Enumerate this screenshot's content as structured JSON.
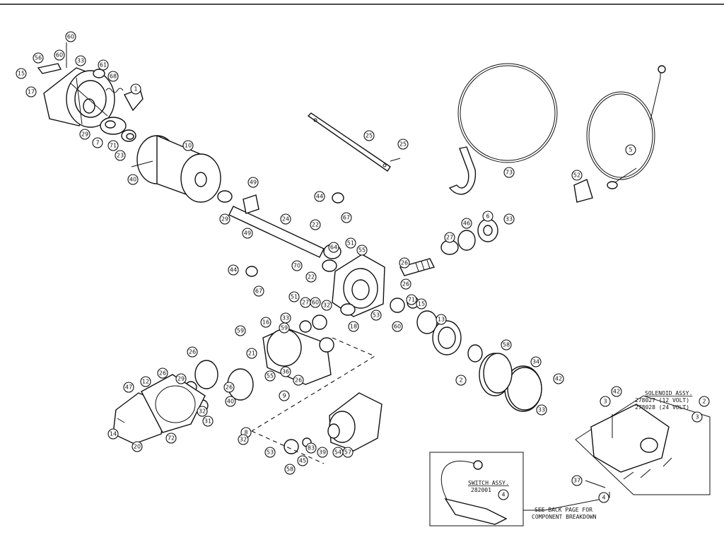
{
  "callouts": [
    "60",
    "56",
    "60",
    "33",
    "15",
    "61",
    "68",
    "1",
    "17",
    "29",
    "7",
    "71",
    "23",
    "10",
    "40",
    "25",
    "25",
    "73",
    "5",
    "52",
    "44",
    "67",
    "49",
    "49",
    "29",
    "24",
    "22",
    "22",
    "70",
    "51",
    "55",
    "64",
    "27",
    "46",
    "6",
    "33",
    "44",
    "67",
    "26",
    "26",
    "18",
    "53",
    "60",
    "71",
    "15",
    "13",
    "51",
    "33",
    "27",
    "16",
    "59",
    "60",
    "32",
    "21",
    "59",
    "36",
    "55",
    "9",
    "26",
    "47",
    "12",
    "26",
    "26",
    "29",
    "31",
    "32",
    "26",
    "40",
    "14",
    "20",
    "72",
    "53",
    "83",
    "39",
    "54",
    "57",
    "58",
    "45",
    "8",
    "32",
    "58",
    "34",
    "42",
    "33",
    "2",
    "3",
    "42",
    "37",
    "4"
  ],
  "solenoid": {
    "title": "SOLENOID ASSY.",
    "line1": "278027 (12 VOLT)",
    "line2": "278028 (24 VOLT)",
    "callout1": "2",
    "callout2": "3"
  },
  "switch": {
    "title": "SWITCH ASSY.",
    "part": "282001",
    "callout": "4"
  },
  "note": {
    "line1": "SEE BACK PAGE FOR",
    "line2": "COMPONENT BREAKDOWN"
  }
}
